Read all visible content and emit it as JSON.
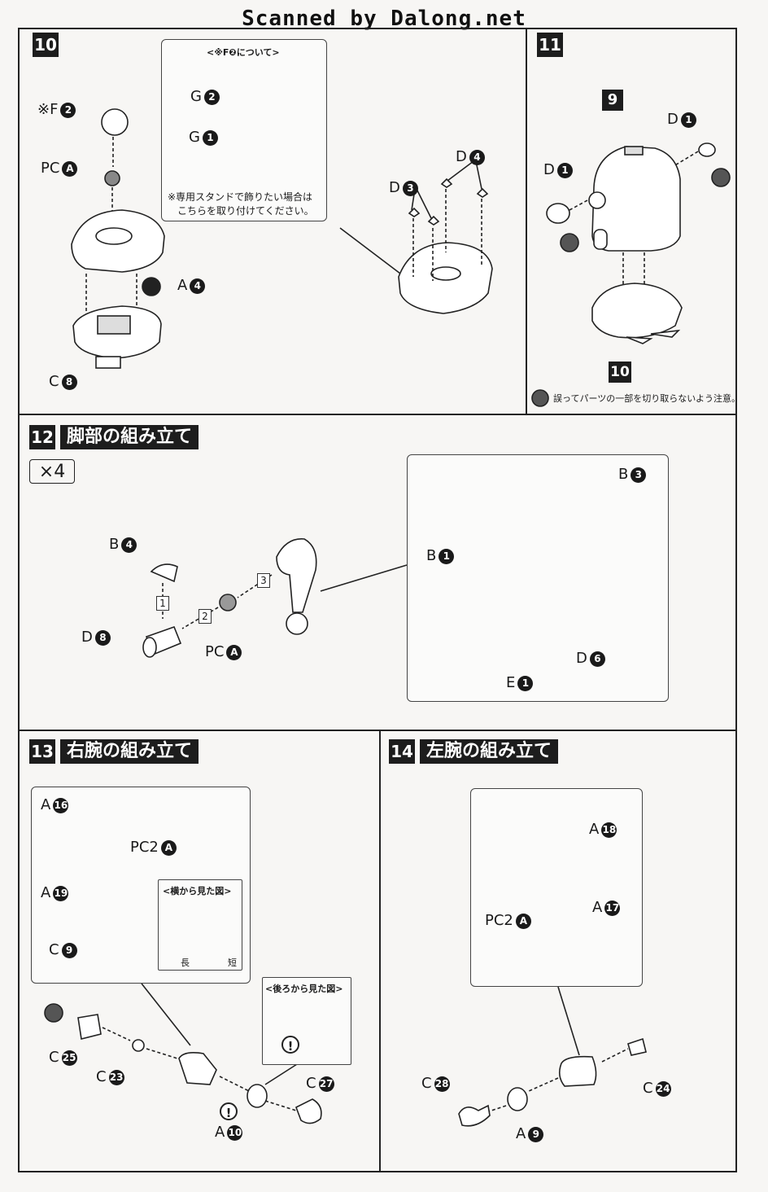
{
  "banner": "Scanned by Dalong.net",
  "step10": {
    "number": "10",
    "inset_title": "<※F❷について>",
    "inset_note_line1": "※専用スタンドで飾りたい場合は",
    "inset_note_line2": "こちらを取り付けてください。",
    "labels": {
      "f_prefix": "※F",
      "f_num": "2",
      "pc": "PC",
      "pc_num": "A",
      "a": "A",
      "a_num": "4",
      "c": "C",
      "c_num": "8",
      "g2": "G",
      "g2_num": "2",
      "g1": "G",
      "g1_num": "1",
      "d3": "D",
      "d3_num": "3",
      "d4": "D",
      "d4_num": "4"
    }
  },
  "step11": {
    "number": "11",
    "ref9": "9",
    "ref10": "10",
    "labels": {
      "d1a": "D",
      "d1a_num": "1",
      "d1b": "D",
      "d1b_num": "1"
    },
    "footnote": "誤ってパーツの一部を切り取らないよう注意。"
  },
  "step12": {
    "number": "12",
    "title": "脚部の組み立て",
    "multiplier": "×4",
    "seq": [
      "1",
      "2",
      "3"
    ],
    "labels": {
      "b4": "B",
      "b4_num": "4",
      "d8": "D",
      "d8_num": "8",
      "pc": "PC",
      "pc_num": "A",
      "b1": "B",
      "b1_num": "1",
      "b3": "B",
      "b3_num": "3",
      "d6": "D",
      "d6_num": "6",
      "e1": "E",
      "e1_num": "1"
    }
  },
  "step13": {
    "number": "13",
    "title": "右腕の組み立て",
    "side_view_title": "<横から見た図>",
    "side_long": "長",
    "side_short": "短",
    "back_view_title": "<後ろから見た図>",
    "labels": {
      "a16": "A",
      "a16_num": "16",
      "pc2": "PC2",
      "pc2_num": "A",
      "a19": "A",
      "a19_num": "19",
      "c9": "C",
      "c9_num": "9",
      "c25": "C",
      "c25_num": "25",
      "c23": "C",
      "c23_num": "23",
      "a10": "A",
      "a10_num": "10",
      "c27": "C",
      "c27_num": "27"
    }
  },
  "step14": {
    "number": "14",
    "title": "左腕の組み立て",
    "labels": {
      "a18": "A",
      "a18_num": "18",
      "pc2": "PC2",
      "pc2_num": "A",
      "a17": "A",
      "a17_num": "17",
      "c28": "C",
      "c28_num": "28",
      "a9": "A",
      "a9_num": "9",
      "c24": "C",
      "c24_num": "24"
    }
  },
  "icons": {
    "warning": "!",
    "cut_caution": "scissors-caution-icon",
    "latch": "latch-icon"
  }
}
